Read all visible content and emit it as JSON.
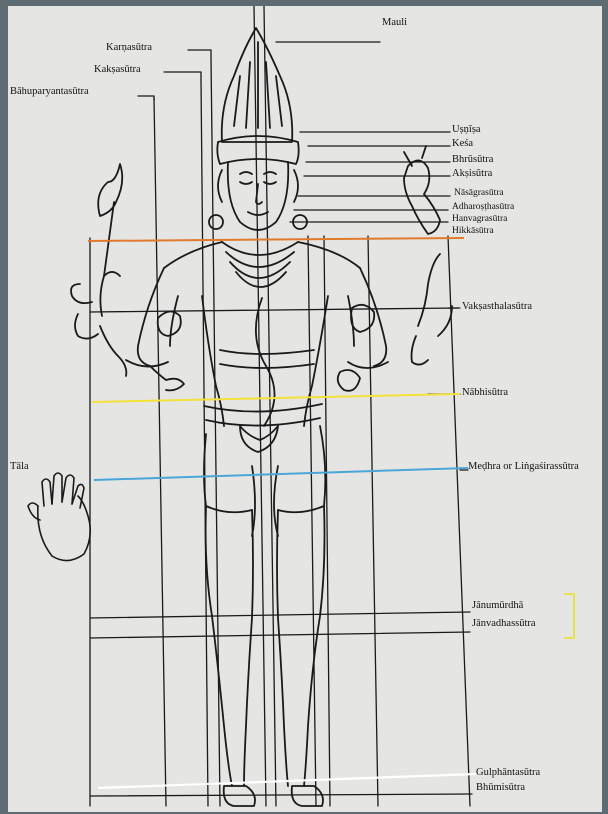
{
  "labels": {
    "mauli": "Mauli",
    "karnasutra": "Karṇasūtra",
    "kaksasutra": "Kakṣasūtra",
    "bahuparyantasutra": "Bāhuparyantasūtra",
    "usnisa": "Uṣṇīṣa",
    "kesa": "Keśa",
    "bhrusutra": "Bhrūsūtra",
    "aksisutra": "Akṣisūtra",
    "nasagrasutra": "Nāsāgrasūtra",
    "adharosthasutra": "Adharoṣṭhasūtra",
    "hanvagrasutra": "Hanvagrasūtra",
    "hikkasutra": "Hikkāsūtra",
    "vaksasthalasutra": "Vakṣasthalasūtra",
    "nabhisutra": "Nābhisūtra",
    "tala": "Tāla",
    "medhra": "Meḍhra or Liṅgaśirassūtra",
    "janumurdha": "Jānumūrdhā",
    "janvadhassutra": "Jānvadhassūtra",
    "gulphantasutra": "Gulphāntasūtra",
    "bhumisutra": "Bhūmisūtra"
  },
  "colors": {
    "paper": "#e5e6e3",
    "ink": "#1a1a1a",
    "hikka_line": "#e07a2c",
    "nabhi_line": "#f2e23a",
    "medhra_line": "#4aa6d8",
    "gulpha_line": "#ffffff",
    "bracket": "#e8e23a"
  }
}
